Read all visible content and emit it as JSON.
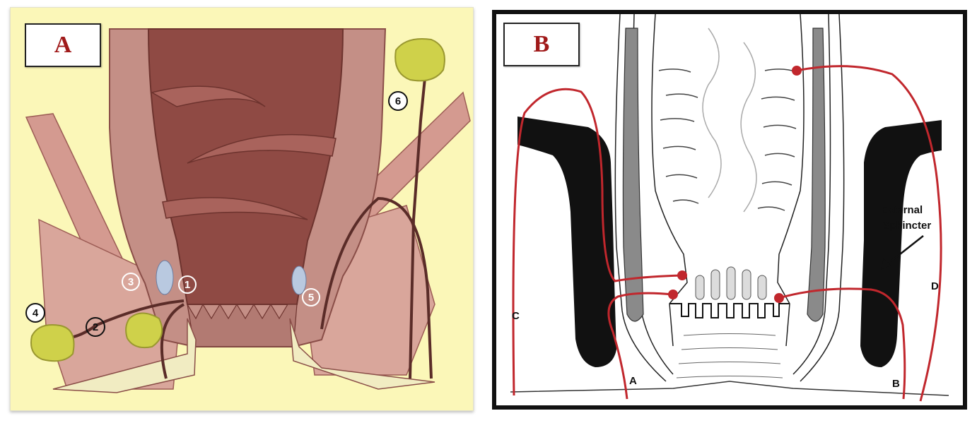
{
  "panel_a": {
    "label": "A",
    "markers": [
      "1",
      "2",
      "3",
      "4",
      "5",
      "6"
    ]
  },
  "panel_b": {
    "label": "B",
    "tract_labels": [
      "A",
      "B",
      "C",
      "D"
    ],
    "annotation": [
      "External",
      "Sphincter"
    ]
  },
  "colors": {
    "background_a": "#fbf7b8",
    "tissue": "#c48f86",
    "lumen": "#8f4a44",
    "abscess": "#cfd14a",
    "tract_line": "#c1272d",
    "label_text": "#a01a1a"
  }
}
